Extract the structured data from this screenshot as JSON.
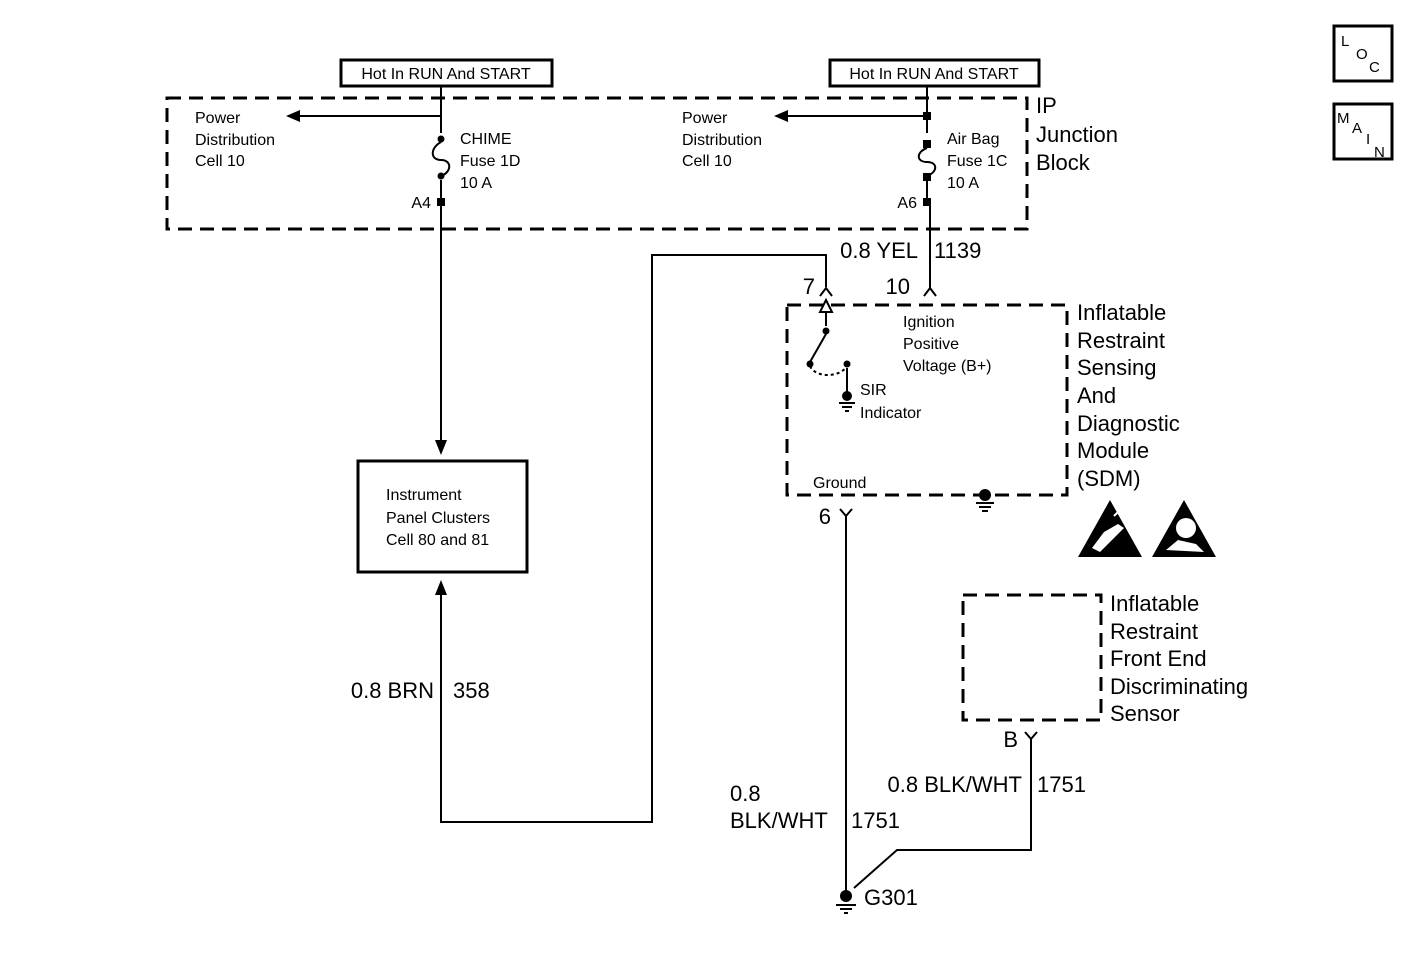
{
  "nav": {
    "loc": [
      "L",
      "O",
      "C"
    ],
    "main": [
      "M",
      "A",
      "I",
      "N"
    ]
  },
  "power_labels": {
    "left": "Hot In RUN And START",
    "right": "Hot In RUN And START"
  },
  "ip_junction_block": {
    "title": [
      "IP",
      "Junction",
      "Block"
    ],
    "power_dist_left": [
      "Power",
      "Distribution",
      "Cell 10"
    ],
    "power_dist_right": [
      "Power",
      "Distribution",
      "Cell 10"
    ],
    "chime_fuse": [
      "CHIME",
      "Fuse 1D",
      "10 A"
    ],
    "airbag_fuse": [
      "Air Bag",
      "Fuse 1C",
      "10 A"
    ],
    "pin_a4": "A4",
    "pin_a6": "A6"
  },
  "wires": {
    "yel": "0.8 YEL",
    "yel_circuit": "1139",
    "brn": "0.8 BRN",
    "brn_circuit": "358",
    "blkwht_left": [
      "0.8",
      "BLK/WHT"
    ],
    "blkwht_left_circuit": "1751",
    "blkwht_right": "0.8 BLK/WHT",
    "blkwht_right_circuit": "1751"
  },
  "sdm": {
    "title": [
      "Inflatable",
      "Restraint",
      "Sensing",
      "And",
      "Diagnostic",
      "Module",
      "(SDM)"
    ],
    "ignition": [
      "Ignition",
      "Positive",
      "Voltage (B+)"
    ],
    "indicator": [
      "SIR",
      "Indicator"
    ],
    "ground": "Ground",
    "pin7": "7",
    "pin10": "10",
    "pin6": "6"
  },
  "instrument_panel": [
    "Instrument",
    "Panel Clusters",
    "Cell 80 and 81"
  ],
  "front_sensor": {
    "title": [
      "Inflatable",
      "Restraint",
      "Front End",
      "Discriminating",
      "Sensor"
    ],
    "pin_b": "B"
  },
  "ground_point": "G301"
}
